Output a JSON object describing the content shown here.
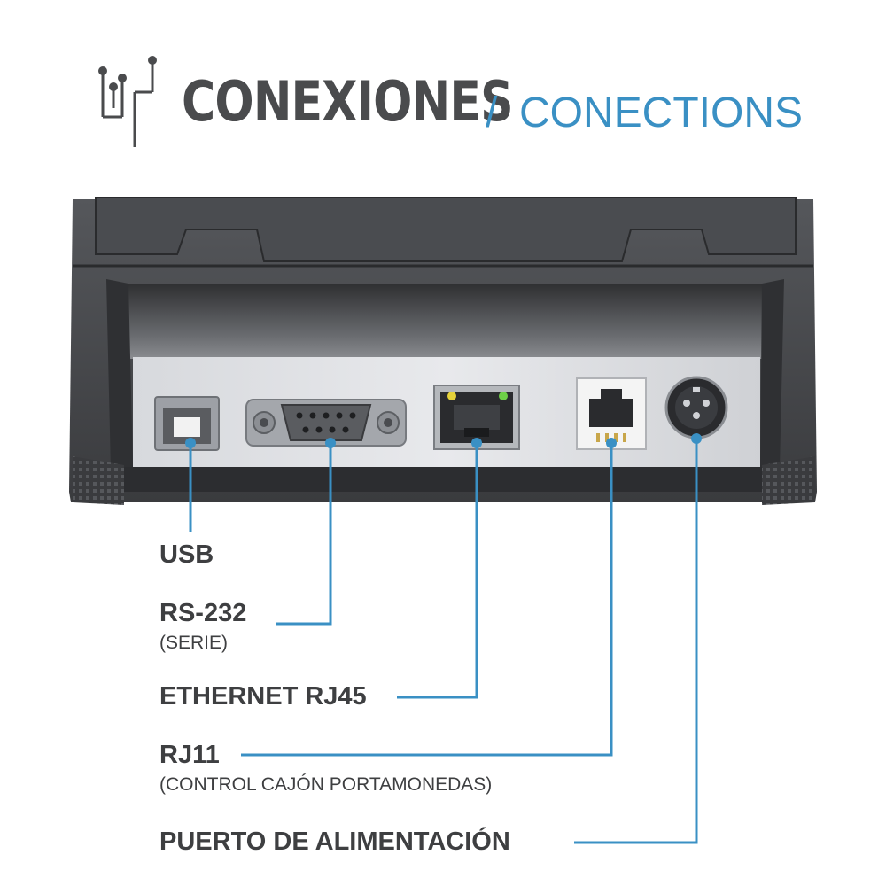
{
  "header": {
    "icon": "circuit-lines-icon",
    "title": "CONEXIONES",
    "separator": "/",
    "subtitle": "CONECTIONS"
  },
  "colors": {
    "title": "#4a4b4d",
    "accent": "#3a90c4",
    "label": "#3e3f41",
    "device_body": "#3a3b3e",
    "port_panel": "#dcdee2"
  },
  "ports": [
    {
      "icon": "usb-b-port-icon",
      "label": "USB",
      "sublabel": ""
    },
    {
      "icon": "db9-serial-port-icon",
      "label": "RS-232",
      "sublabel": "(SERIE)"
    },
    {
      "icon": "rj45-ethernet-port-icon",
      "label": "ETHERNET RJ45",
      "sublabel": ""
    },
    {
      "icon": "rj11-port-icon",
      "label": "RJ11",
      "sublabel": "(CONTROL CAJÓN PORTAMONEDAS)"
    },
    {
      "icon": "power-din-port-icon",
      "label": "PUERTO DE ALIMENTACIÓN",
      "sublabel": ""
    }
  ]
}
